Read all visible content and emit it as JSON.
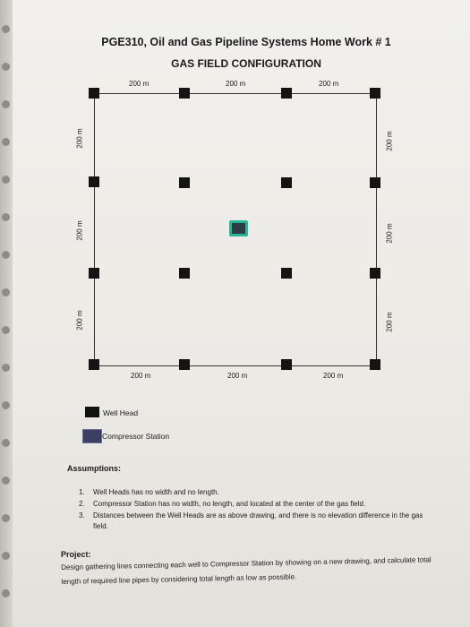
{
  "header": {
    "title": "PGE310, Oil and Gas Pipeline Systems Home Work # 1",
    "subtitle": "GAS FIELD CONFIGURATION"
  },
  "diagram": {
    "top_labels": [
      "200 m",
      "200 m",
      "200 m"
    ],
    "bottom_labels": [
      "200 m",
      "200 m",
      "200 m"
    ],
    "left_labels": [
      "200 m",
      "200 m",
      "200 m"
    ],
    "right_labels": [
      "200 m",
      "200 m",
      "200 m"
    ],
    "well_head_count": 16,
    "compressor_station_count": 1
  },
  "legend": {
    "well_head": "Well Head",
    "compressor_station": "Compressor Station"
  },
  "assumptions": {
    "heading": "Assumptions:",
    "items": [
      {
        "num": "1.",
        "text": "Well Heads has no width and no length."
      },
      {
        "num": "2.",
        "text": "Compressor Station has no width, no length, and located at the center of the gas field."
      },
      {
        "num": "3.",
        "text": "Distances between the Well Heads are as above drawing, and there is no elevation difference in the gas field."
      }
    ]
  },
  "project": {
    "heading": "Project:",
    "text": "Design gathering lines connecting each well to Compressor Station by showing on a new drawing, and calculate total length of required line pipes by considering total length as low as possible."
  }
}
